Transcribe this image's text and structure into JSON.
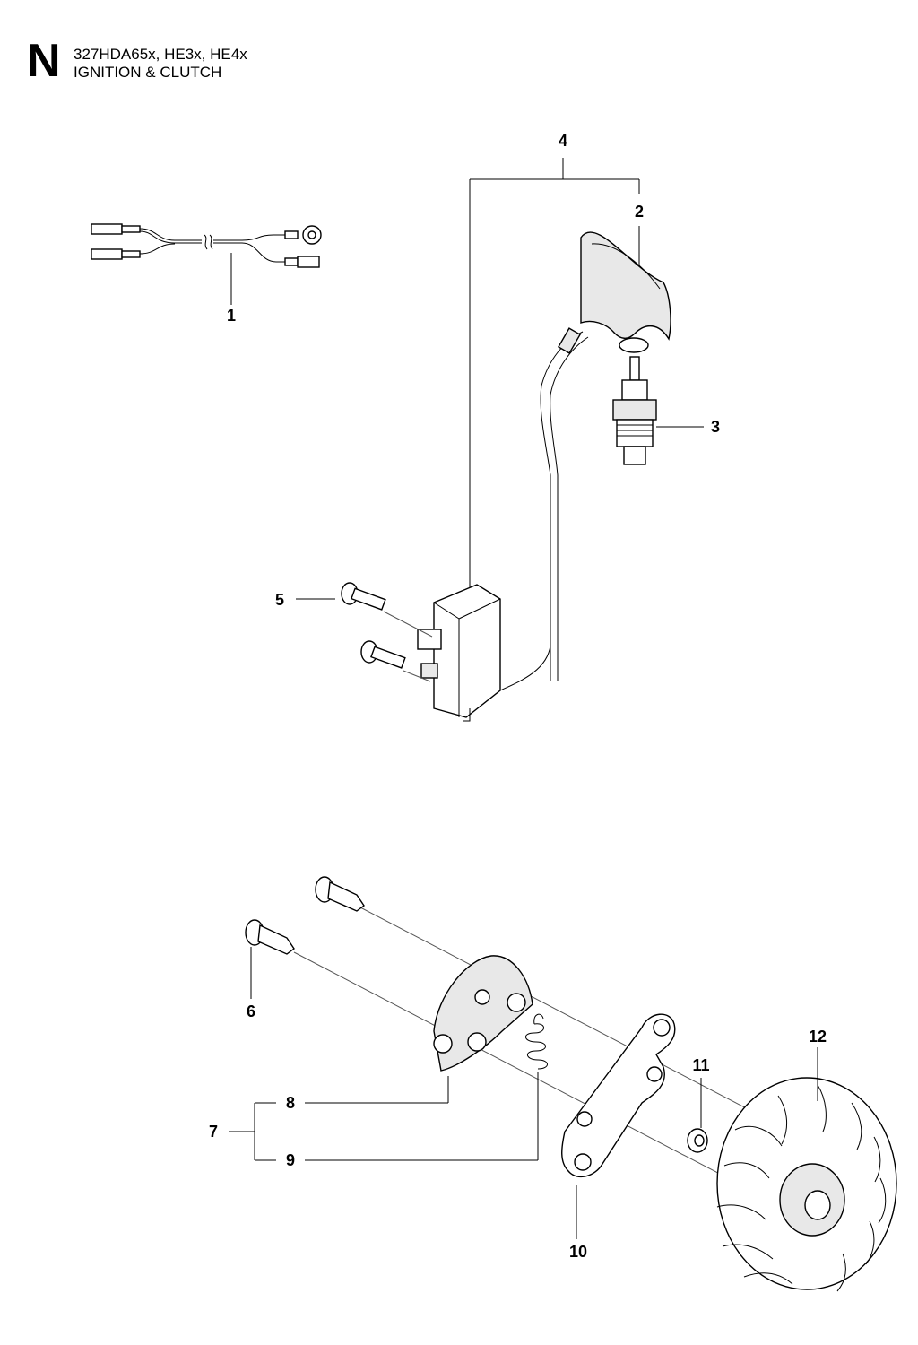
{
  "header": {
    "section_letter": "N",
    "model": "327HDA65x, HE3x, HE4x",
    "title": "IGNITION & CLUTCH"
  },
  "callouts": {
    "c1": "1",
    "c2": "2",
    "c3": "3",
    "c4": "4",
    "c5": "5",
    "c6": "6",
    "c7": "7",
    "c8": "8",
    "c9": "9",
    "c10": "10",
    "c11": "11",
    "c12": "12"
  }
}
